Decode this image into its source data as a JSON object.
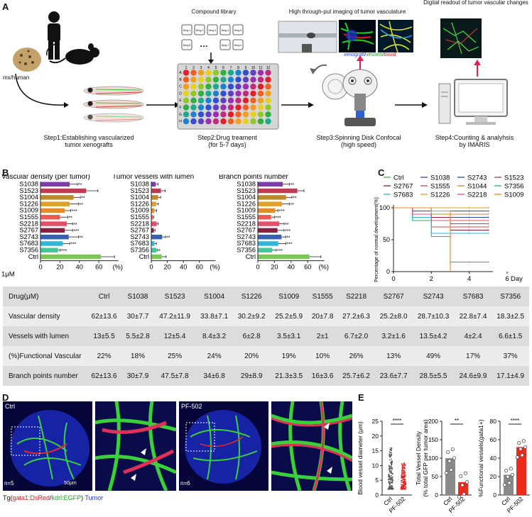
{
  "panels": {
    "A": "A",
    "B": "B",
    "C": "C",
    "D": "D",
    "E": "E"
  },
  "panelA": {
    "source_label": "mx/human",
    "compound_library": "Compound library",
    "tube_labels": [
      "Drug 1",
      "Drug 2",
      "Drug 3",
      "Drug 4",
      "Drug 5",
      "Drug 6",
      "Drug 7",
      "Drug n"
    ],
    "imaging_title": "High through-put imaging of tumor vasculature",
    "imaging_legend": {
      "xenograft": "xenograft",
      "sep1": "/",
      "vessels": "vessels",
      "sep2": "/",
      "blood": "blood"
    },
    "readout_title": "Digital readout of tumor vascular changes",
    "plate_cols": [
      "1",
      "2",
      "3",
      "4",
      "5",
      "6",
      "7",
      "8",
      "9",
      "10",
      "11",
      "12"
    ],
    "plate_rows": [
      "A",
      "B",
      "C",
      "D",
      "E",
      "F",
      "G",
      "H"
    ],
    "step1": [
      "Step1:Establishing vascularized",
      "tumor xenografts"
    ],
    "step2": [
      "Step2:Drug treament",
      "(for 5-7 days)"
    ],
    "step3": [
      "Step3:Spinning Disk Confocal",
      "(high speed)"
    ],
    "step4": [
      "Step4:Counting & analyhsis",
      "by IMARIS"
    ]
  },
  "panelB": {
    "unit_label": "1μM",
    "pct_label": "(%)",
    "categories": [
      "S1038",
      "S1523",
      "S1004",
      "S1226",
      "S1009",
      "S1555",
      "S2218",
      "S2767",
      "S2743",
      "S7683",
      "S7356",
      "Ctrl"
    ],
    "bar_colors": [
      "#7a3ea8",
      "#c23a50",
      "#b98c2a",
      "#e0a030",
      "#e98a2a",
      "#ef5b50",
      "#e0506a",
      "#8a2040",
      "#3a5fb0",
      "#33b6d8",
      "#3fc89a",
      "#7cc653"
    ],
    "charts": [
      {
        "title": "Vascular density (per tumor)",
        "values": [
          30,
          47,
          34,
          30,
          25,
          20,
          27,
          25,
          29,
          23,
          18,
          62
        ],
        "errors": [
          8,
          12,
          7,
          9,
          6,
          8,
          6,
          8,
          10,
          7,
          2.5,
          14
        ],
        "stars": [
          "**",
          "",
          "**",
          "**",
          "***",
          "**",
          "**",
          "***",
          "**",
          "***",
          "***",
          ""
        ],
        "ticks": [
          "0",
          "20",
          "40",
          "60"
        ],
        "xmax": 80
      },
      {
        "title": "Tumor vessels with lumen",
        "values": [
          5.5,
          12,
          8.4,
          6,
          3.5,
          2,
          6.7,
          3.2,
          13.5,
          4,
          6.6,
          13
        ],
        "errors": [
          2.8,
          5.4,
          3.2,
          2.8,
          3.1,
          1,
          2,
          1.6,
          4.2,
          2.4,
          1.5,
          5.5
        ],
        "stars": [
          "",
          "",
          "",
          "",
          "",
          "",
          "",
          "",
          "**",
          "",
          "*",
          ""
        ],
        "ticks": [
          "0",
          "20",
          "40",
          "60"
        ],
        "xmax": 80
      },
      {
        "title": "Branch points number",
        "values": [
          30,
          47.5,
          34,
          29,
          21,
          16,
          25.7,
          23.6,
          28.5,
          24.6,
          17.1,
          62
        ],
        "errors": [
          8,
          8,
          7,
          9,
          3.5,
          4,
          6,
          8,
          5,
          9,
          5,
          14
        ],
        "stars": [
          "**",
          "",
          "**",
          "**",
          "***",
          "***",
          "**",
          "***",
          "**",
          "***",
          "***",
          ""
        ],
        "ticks": [
          "0",
          "20",
          "40",
          "60"
        ],
        "xmax": 80
      }
    ]
  },
  "panelC": {
    "type": "line",
    "ylabel": "Percentage of normal development(%)",
    "xlabel": "Day",
    "x_ticks": [
      "0",
      "2",
      "4",
      "6"
    ],
    "y_ticks": [
      "0",
      "50",
      "100"
    ],
    "xlim": [
      0,
      6
    ],
    "ylim": [
      0,
      100
    ],
    "series": [
      {
        "name": "Ctrl",
        "color": "#3cb43c",
        "points": [
          [
            0,
            100
          ],
          [
            5,
            100
          ]
        ]
      },
      {
        "name": "S1038",
        "color": "#5a3a9a",
        "points": [
          [
            0,
            100
          ],
          [
            1,
            100
          ],
          [
            1,
            95
          ],
          [
            5,
            95
          ]
        ]
      },
      {
        "name": "S2743",
        "color": "#2a4a90",
        "points": [
          [
            0,
            100
          ],
          [
            1,
            100
          ],
          [
            1,
            90
          ],
          [
            2,
            90
          ],
          [
            2,
            85
          ],
          [
            5,
            85
          ]
        ]
      },
      {
        "name": "S1523",
        "color": "#b03a70",
        "points": [
          [
            0,
            100
          ],
          [
            1,
            100
          ],
          [
            1,
            90
          ],
          [
            3,
            90
          ],
          [
            3,
            75
          ],
          [
            5,
            75
          ]
        ]
      },
      {
        "name": "S2767",
        "color": "#8a1e30",
        "points": [
          [
            0,
            100
          ],
          [
            1,
            100
          ],
          [
            1,
            85
          ],
          [
            3,
            85
          ],
          [
            3,
            65
          ],
          [
            5,
            65
          ]
        ]
      },
      {
        "name": "S1555",
        "color": "#d04848",
        "points": [
          [
            0,
            100
          ],
          [
            1,
            100
          ],
          [
            1,
            90
          ],
          [
            2,
            90
          ],
          [
            2,
            70
          ],
          [
            5,
            70
          ]
        ]
      },
      {
        "name": "S1044",
        "color": "#c08a2a",
        "points": [
          [
            0,
            100
          ],
          [
            2,
            100
          ],
          [
            2,
            90
          ],
          [
            5,
            90
          ]
        ]
      },
      {
        "name": "S7356",
        "color": "#2ab08a",
        "points": [
          [
            0,
            100
          ],
          [
            1,
            100
          ],
          [
            1,
            80
          ],
          [
            2,
            80
          ],
          [
            2,
            55
          ],
          [
            3,
            55
          ],
          [
            3,
            15
          ],
          [
            5,
            15
          ]
        ]
      },
      {
        "name": "S7683",
        "color": "#3ab0d8",
        "points": [
          [
            0,
            100
          ],
          [
            1,
            100
          ],
          [
            1,
            85
          ],
          [
            2,
            85
          ],
          [
            2,
            60
          ],
          [
            5,
            60
          ]
        ]
      },
      {
        "name": "S1226",
        "color": "#e0a020",
        "points": [
          [
            0,
            100
          ],
          [
            5,
            100
          ]
        ]
      },
      {
        "name": "S2218",
        "color": "#e0507a",
        "points": [
          [
            0,
            100
          ],
          [
            1,
            100
          ],
          [
            1,
            90
          ],
          [
            2,
            90
          ],
          [
            2,
            80
          ],
          [
            5,
            80
          ]
        ]
      },
      {
        "name": "S1009",
        "color": "#f08a20",
        "points": [
          [
            0,
            100
          ],
          [
            2,
            100
          ],
          [
            2,
            95
          ],
          [
            3,
            95
          ],
          [
            3,
            0
          ]
        ]
      }
    ]
  },
  "table": {
    "header": [
      "Drug(μM)",
      "Ctrl",
      "S1038",
      "S1523",
      "S1004",
      "S1226",
      "S1009",
      "S1555",
      "S2218",
      "S2767",
      "S2743",
      "S7683",
      "S7356"
    ],
    "rows": [
      [
        "Vascular density",
        "62±13.6",
        "30±7.7",
        "47.2±11.9",
        "33.8±7.1",
        "30.2±9.2",
        "25.2±5.9",
        "20±7.8",
        "27.2±6.3",
        "25.2±8.0",
        "28.7±10.3",
        "22.8±7.4",
        "18.3±2.5"
      ],
      [
        "Vessels with lumen",
        "13±5.5",
        "5.5±2.8",
        "12±5.4",
        "8.4±3.2",
        "6±2.8",
        "3.5±3.1",
        "2±1",
        "6.7±2.0",
        "3.2±1.6",
        "13.5±4.2",
        "4±2.4",
        "6.6±1.5"
      ],
      [
        "(%)Functional Vascular",
        "22%",
        "18%",
        "25%",
        "24%",
        "20%",
        "19%",
        "10%",
        "26%",
        "13%",
        "49%",
        "17%",
        "37%"
      ],
      [
        "Branch points number",
        "62±13.6",
        "30±7.9",
        "47.5±7.8",
        "34±6.8",
        "29±8.9",
        "21.3±3.5",
        "16±3.6",
        "25.7±6.2",
        "23.6±7.7",
        "28.5±5.5",
        "24.6±9.9",
        "17.1±4.9"
      ]
    ]
  },
  "panelD": {
    "ctrl_label": "Ctrl",
    "ctrl_n": "n=5",
    "scale": "50μm",
    "pf_label": "PF-502",
    "pf_n": "n=6",
    "caption": {
      "prefix": "Tg(",
      "red": "gata1:DsRed",
      "slash": "/",
      "green": "kdrl:EGFP",
      "close": ")",
      "tumor": " Tumor"
    }
  },
  "panelE": {
    "charts": [
      {
        "ylabel": "Blood vessel diameter (μm)",
        "y_ticks": [
          "0",
          "5",
          "10",
          "15",
          "20",
          "25"
        ],
        "ylim": [
          0,
          25
        ],
        "categories": [
          "Ctrl",
          "PF-502"
        ],
        "sig": "****",
        "type": "scatter"
      },
      {
        "ylabel": "Total Vessel Density\n(% total GFP per tumor area)",
        "y_ticks": [
          "0",
          "50",
          "100",
          "150",
          "200"
        ],
        "ylim": [
          0,
          200
        ],
        "categories": [
          "Ctrl",
          "PF-502"
        ],
        "values": [
          100,
          35
        ],
        "sig": "**",
        "type": "bar"
      },
      {
        "ylabel": "%Functional vessels(gata1+)",
        "y_ticks": [
          "0",
          "20",
          "40",
          "60",
          "80"
        ],
        "ylim": [
          0,
          80
        ],
        "categories": [
          "Ctrl",
          "PF-502"
        ],
        "values": [
          22,
          52
        ],
        "sig": "****",
        "type": "bar"
      }
    ]
  }
}
